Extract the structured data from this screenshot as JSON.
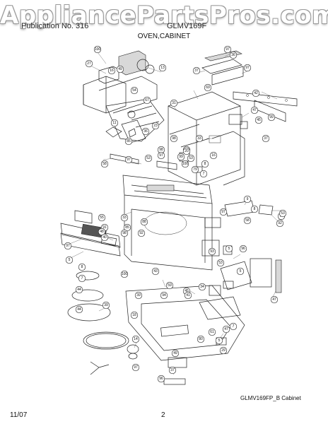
{
  "watermark": "AppliancePartsPros.com",
  "header": {
    "left_text": "Publication No. 316",
    "right_text": "GLMV169F",
    "subtitle": "OVEN,CABINET"
  },
  "diagram_caption": "GLMV169FP_B Cabinet",
  "footer": {
    "date": "11/07",
    "page": "2"
  },
  "callouts": [
    "100",
    "27",
    "16",
    "49",
    "13",
    "97",
    "36",
    "37",
    "97",
    "69",
    "42",
    "54",
    "99",
    "67",
    "31",
    "23",
    "47",
    "45",
    "33",
    "98",
    "36",
    "85",
    "11",
    "98",
    "12",
    "53",
    "20",
    "99",
    "37",
    "16",
    "8",
    "100",
    "79",
    "97",
    "58",
    "53",
    "7",
    "9",
    "70",
    "8",
    "53",
    "92",
    "97",
    "97",
    "58",
    "88",
    "85",
    "33",
    "98",
    "92",
    "55",
    "91",
    "48",
    "40",
    "97",
    "5",
    "8",
    "7",
    "44",
    "44",
    "39",
    "43",
    "100",
    "59",
    "45",
    "41",
    "94",
    "39",
    "18",
    "5",
    "93",
    "96",
    "53",
    "5",
    "47",
    "34",
    "7",
    "47",
    "5",
    "80",
    "14",
    "49",
    "61",
    "97",
    "37",
    "29",
    "96"
  ]
}
